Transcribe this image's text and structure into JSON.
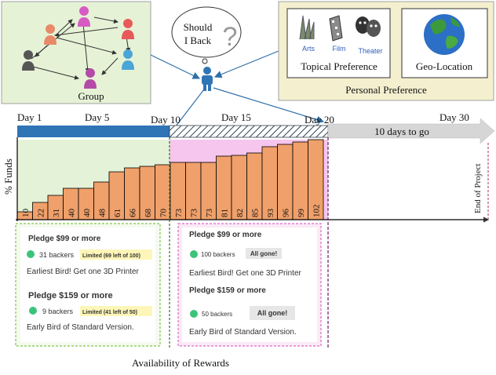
{
  "group": {
    "label": "Group"
  },
  "bubble": {
    "line1": "Should",
    "line2": "I Back",
    "mark": "?"
  },
  "preferences": {
    "topical_label": "Topical Preference",
    "geo_label": "Geo-Location",
    "panel_label": "Personal Preference",
    "icons": [
      {
        "name": "arts-icon",
        "label": "Arts"
      },
      {
        "name": "film-icon",
        "label": "Film"
      },
      {
        "name": "theater-icon",
        "label": "Theater"
      }
    ]
  },
  "timeline": {
    "days": [
      "Day 1",
      "Day 5",
      "Day 10",
      "Day 15",
      "Day 20",
      "Day 30"
    ],
    "remaining": "10 days to go"
  },
  "chart_data": {
    "type": "bar",
    "ylabel": "% Funds",
    "end_label": "End of Project",
    "values": [
      10,
      22,
      31,
      40,
      40,
      48,
      61,
      66,
      68,
      70,
      73,
      73,
      73,
      81,
      82,
      85,
      93,
      96,
      99,
      102
    ]
  },
  "rewards": {
    "caption": "Availability of Rewards",
    "early": {
      "tier1_title": "Pledge $99 or more",
      "tier1_backers": "31 backers",
      "tier1_badge": "Limited (69 left of 100)",
      "tier1_desc": "Earliest Bird! Get one 3D Printer",
      "tier2_title": "Pledge $159 or more",
      "tier2_backers": "9 backers",
      "tier2_badge": "Limited (41 left of 50)",
      "tier2_desc": "Early Bird of Standard Version."
    },
    "later": {
      "tier1_title": "Pledge $99 or more",
      "tier1_backers": "100 backers",
      "tier1_badge": "All gone!",
      "tier1_desc": "Earliest Bird! Get one 3D Printer",
      "tier2_title": "Pledge $159 or more",
      "tier2_backers": "50 backers",
      "tier2_badge": "All gone!",
      "tier2_desc": "Early Bird of Standard Version."
    }
  },
  "colors": {
    "group_bg": "#e6f2d6",
    "pref_bg": "#f4efcf",
    "blue_bar": "#2f74b5",
    "bar_fill": "#f0a06a",
    "pink_bg": "#f6c6ee",
    "green_bg": "#e4f2d8"
  }
}
